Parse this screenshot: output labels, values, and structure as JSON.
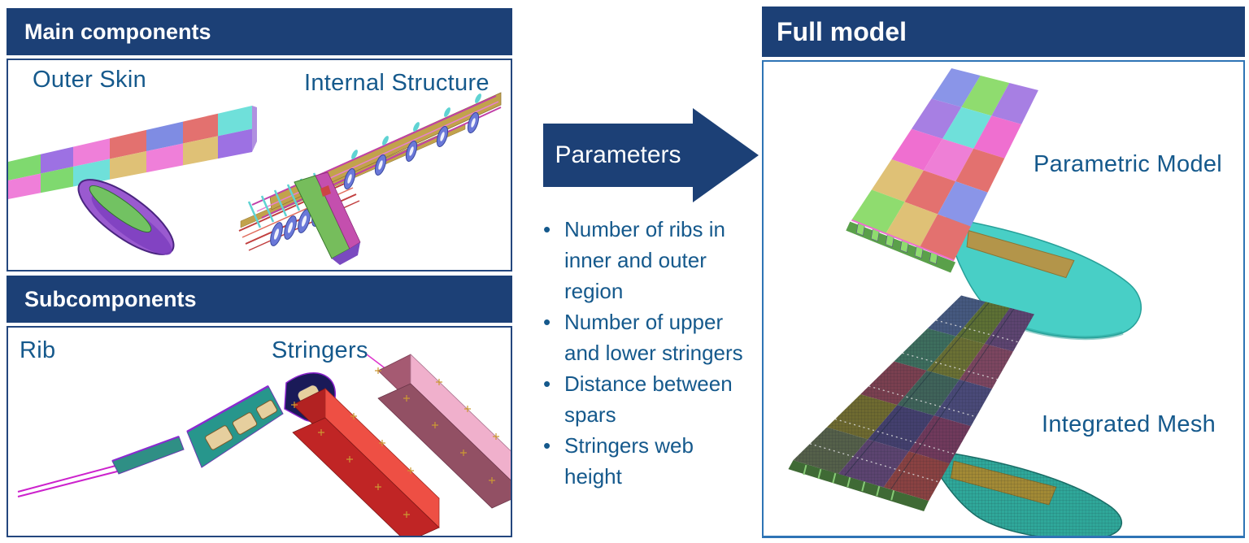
{
  "left": {
    "sections": [
      {
        "title": "Main components",
        "labels": [
          "Outer Skin",
          "Internal Structure"
        ]
      },
      {
        "title": "Subcomponents",
        "labels": [
          "Rib",
          "Stringers"
        ]
      }
    ]
  },
  "middle": {
    "arrow_label": "Parameters",
    "bullet_char": "•",
    "bullets": [
      "Number of ribs in inner and outer region",
      "Number of upper and lower stringers",
      "Distance between spars",
      "Stringers web height"
    ]
  },
  "right": {
    "title": "Full model",
    "labels": [
      "Parametric Model",
      "Integrated Mesh"
    ]
  },
  "colors": {
    "header_bg": "#1c4076",
    "header_text": "#ffffff",
    "label_text": "#15598c",
    "left_panel_border": "#24477e",
    "right_panel_border": "#2e74b5",
    "arrow_fill": "#1c4076"
  }
}
